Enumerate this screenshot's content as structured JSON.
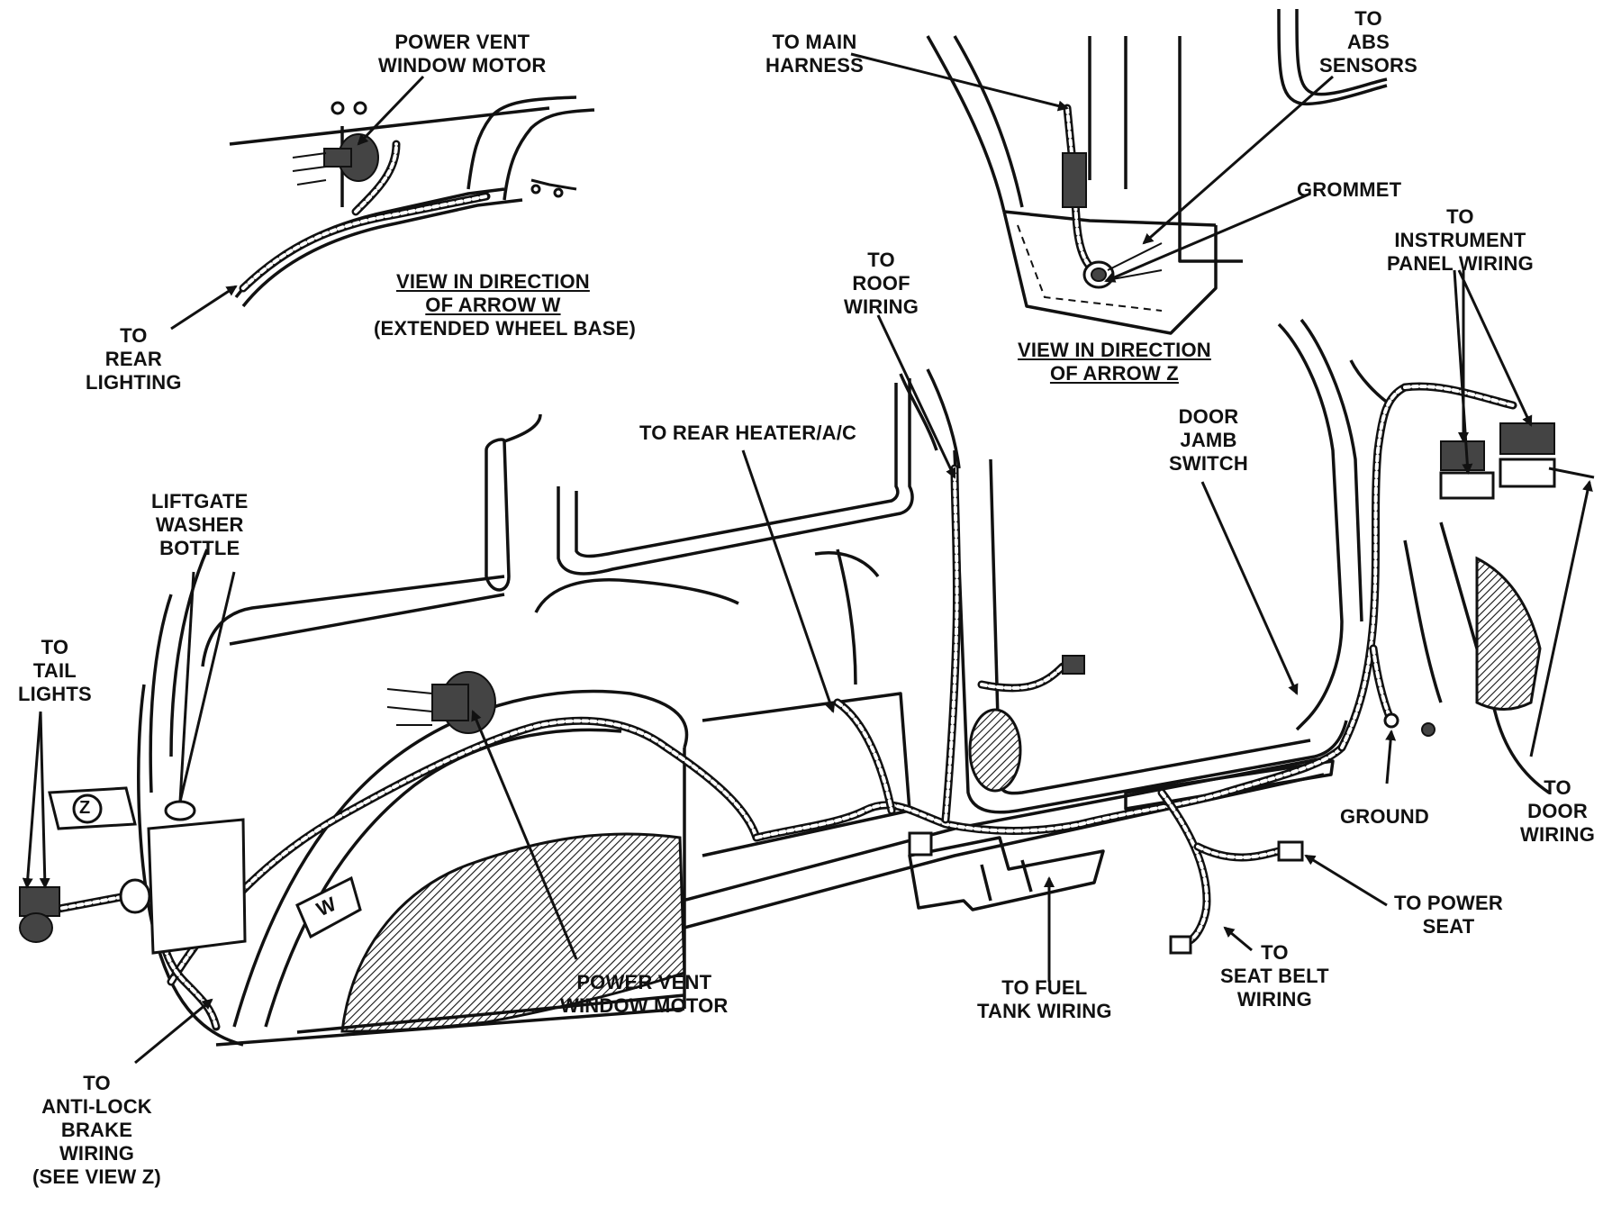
{
  "labels": {
    "power_vent_top": "POWER VENT\nWINDOW MOTOR",
    "view_w": "VIEW IN DIRECTION\nOF ARROW W",
    "extended_wheel_base": "(EXTENDED WHEEL BASE)",
    "rear_lighting": "TO\nREAR\nLIGHTING",
    "main_harness": "TO MAIN\nHARNESS",
    "abs_sensors": "TO\nABS\nSENSORS",
    "grommet": "GROMMET",
    "view_z": "VIEW IN DIRECTION\nOF ARROW Z",
    "instrument_panel": "TO\nINSTRUMENT\nPANEL WIRING",
    "roof_wiring": "TO\nROOF\nWIRING",
    "rear_heater": "TO REAR HEATER/A/C",
    "door_jamb": "DOOR\nJAMB\nSWITCH",
    "liftgate_washer": "LIFTGATE\nWASHER\nBOTTLE",
    "tail_lights": "TO\nTAIL\nLIGHTS",
    "ground": "GROUND",
    "door_wiring": "TO\nDOOR\nWIRING",
    "power_seat": "TO POWER\nSEAT",
    "seat_belt": "TO\nSEAT BELT\nWIRING",
    "fuel_tank": "TO FUEL\nTANK WIRING",
    "power_vent_bottom": "POWER VENT\nWINDOW MOTOR",
    "anti_lock": "TO\nANTI-LOCK\nBRAKE\nWIRING\n(SEE VIEW Z)",
    "arrow_z_tag": "Z",
    "arrow_w_tag": "W"
  }
}
